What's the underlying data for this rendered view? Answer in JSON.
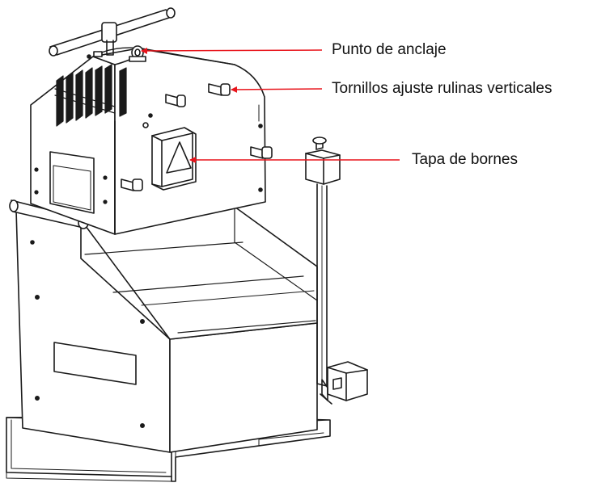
{
  "callouts": {
    "anclaje": {
      "label": "Punto de anclaje"
    },
    "tornillos": {
      "label": "Tornillos ajuste rulinas verticales"
    },
    "bornes": {
      "label": "Tapa de bornes"
    }
  },
  "colors": {
    "leader_line": "#e8141b",
    "outline": "#1a1a1a",
    "fill": "#ffffff"
  }
}
